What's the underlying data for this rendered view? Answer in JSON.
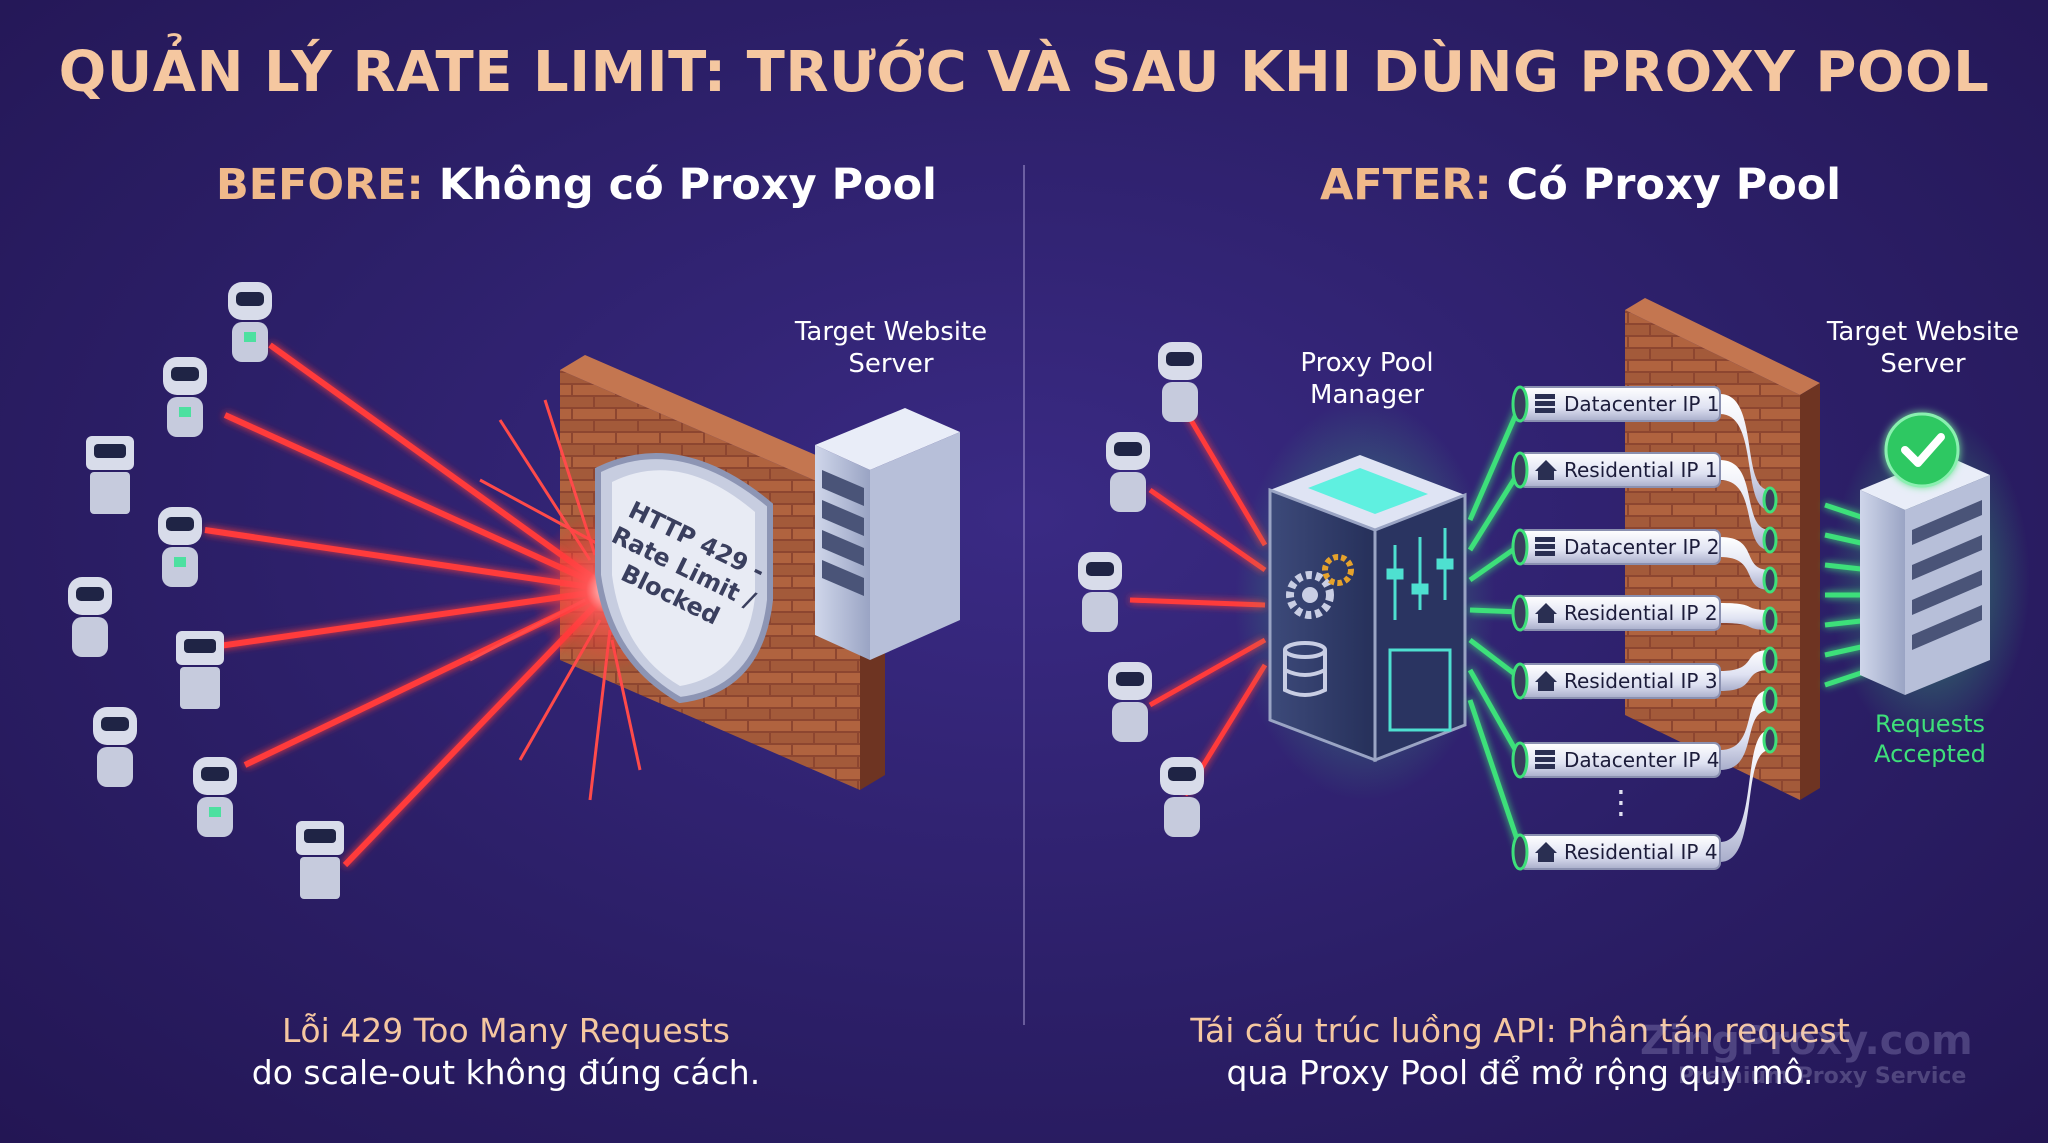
{
  "title": "QUẢN LÝ RATE LIMIT: TRƯỚC VÀ SAU KHI DÙNG PROXY POOL",
  "before": {
    "keyword": "BEFORE:",
    "heading": " Không có Proxy Pool",
    "server_label": [
      "Target Website",
      "Server"
    ],
    "shield_text": [
      "HTTP 429 -",
      "Rate Limit /",
      "Blocked"
    ],
    "caption": [
      "Lỗi 429 Too Many Requests",
      "do scale-out không đúng cách."
    ]
  },
  "after": {
    "keyword": "AFTER:",
    "heading": " Có Proxy Pool",
    "manager_label": [
      "Proxy Pool",
      "Manager"
    ],
    "server_label": [
      "Target Website",
      "Server"
    ],
    "accepted_label": [
      "Requests",
      "Accepted"
    ],
    "ips": [
      {
        "label": "Datacenter IP 1",
        "kind": "datacenter"
      },
      {
        "label": "Residential IP 1",
        "kind": "residential"
      },
      {
        "label": "Datacenter IP 2",
        "kind": "datacenter"
      },
      {
        "label": "Residential IP 2",
        "kind": "residential"
      },
      {
        "label": "Residential IP 3",
        "kind": "residential"
      },
      {
        "label": "Datacenter IP 4",
        "kind": "datacenter"
      },
      {
        "label": "Residential IP 4",
        "kind": "residential"
      }
    ],
    "ellipsis": "⋮",
    "caption": [
      "Tái cấu trúc luồng API: Phân tán request",
      "qua Proxy Pool để mở rộng quy mô."
    ]
  },
  "watermark": {
    "brand": "ZingProxy.com",
    "tagline": "Premium Proxy Service"
  },
  "colors": {
    "title": "#f5c7a0",
    "red_beam": "#ff3b3b",
    "green_beam": "#3ee07a",
    "brick": "#a95a3e"
  },
  "icons": [
    "robot-icon",
    "shield-icon",
    "server-icon",
    "brick-wall-icon",
    "gear-icon",
    "database-icon",
    "checkmark-icon",
    "house-icon",
    "datacenter-icon"
  ]
}
